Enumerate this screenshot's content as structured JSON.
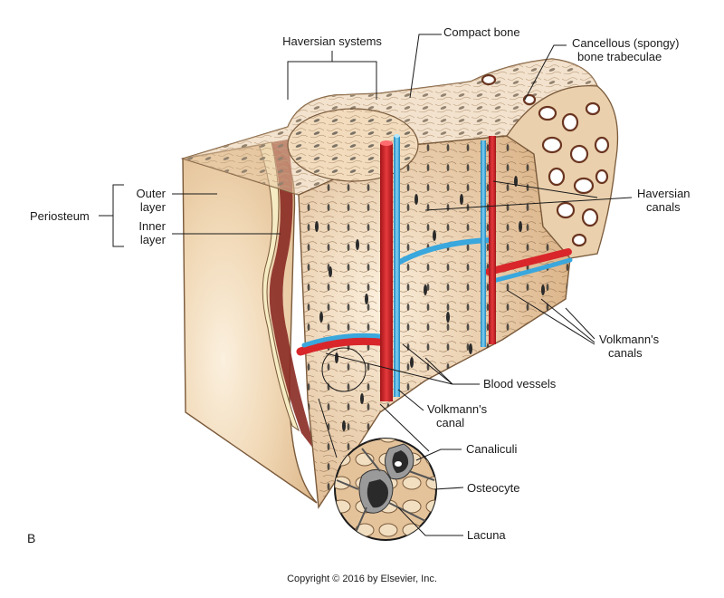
{
  "figure": {
    "panel_letter": "B",
    "copyright": "Copyright © 2016 by Elsevier, Inc."
  },
  "labels": {
    "haversian_systems": "Haversian systems",
    "compact_bone": "Compact bone",
    "cancellous_line1": "Cancellous (spongy)",
    "cancellous_line2": "bone trabeculae",
    "periosteum": "Periosteum",
    "outer_line1": "Outer",
    "outer_line2": "layer",
    "inner_line1": "Inner",
    "inner_line2": "layer",
    "haversian_canals_line1": "Haversian",
    "haversian_canals_line2": "canals",
    "volkmanns_canals_line1": "Volkmann's",
    "volkmanns_canals_line2": "canals",
    "blood_vessels": "Blood vessels",
    "volkmanns_canal_line1": "Volkmann's",
    "volkmanns_canal_line2": "canal",
    "canaliculi": "Canaliculi",
    "osteocyte": "Osteocyte",
    "lacuna": "Lacuna"
  },
  "colors": {
    "bone": "#e7c9a2",
    "bone_light": "#f6e6cc",
    "bone_dark": "#caa27a",
    "artery": "#d9262b",
    "vein": "#3aa7dd",
    "periosteum": "#8a2a23",
    "lacuna": "#2a2a2a"
  }
}
